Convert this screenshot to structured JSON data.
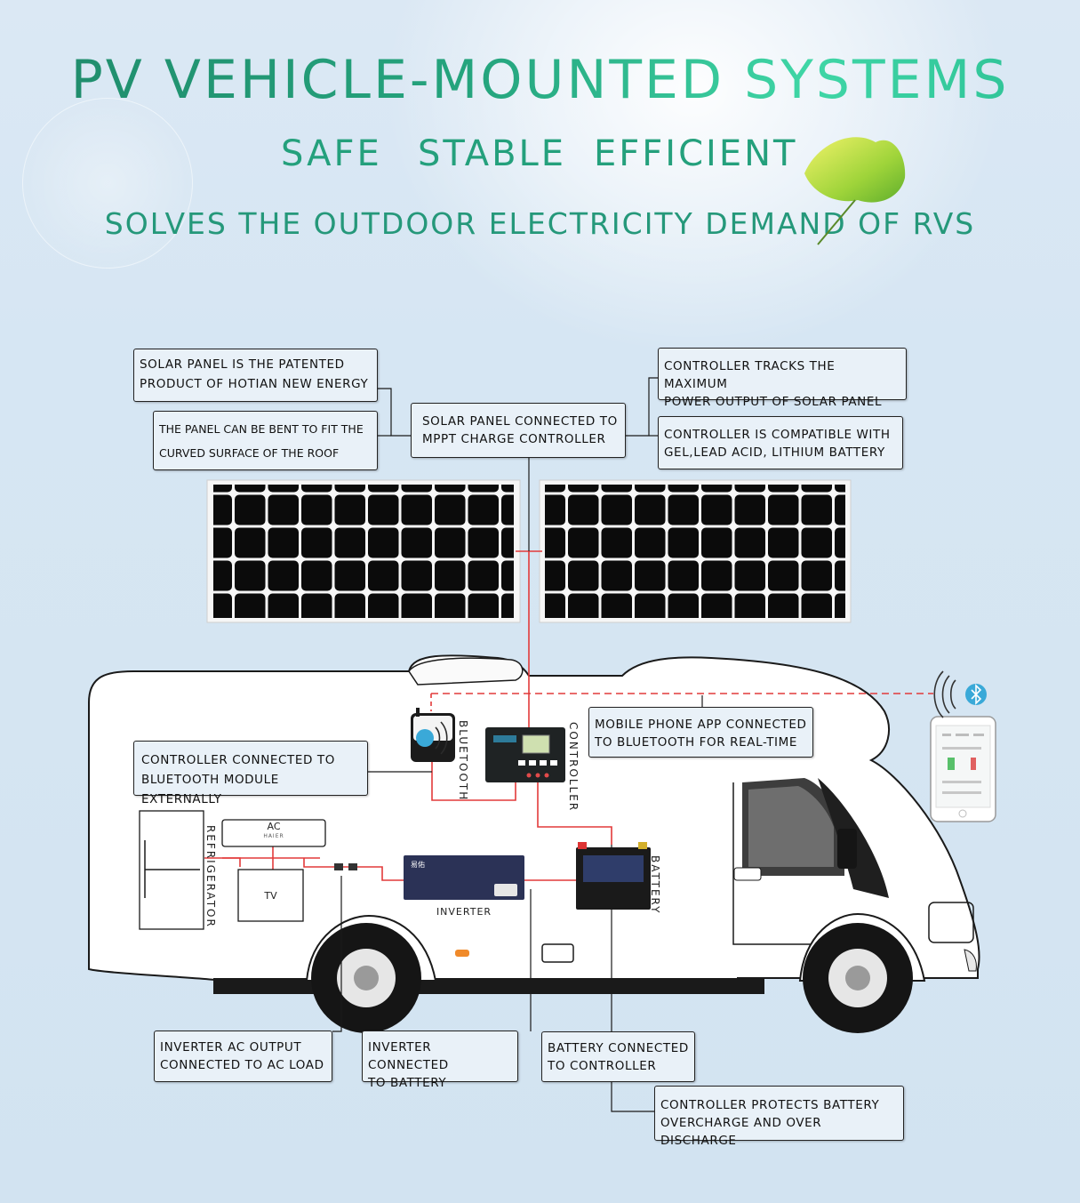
{
  "header": {
    "title": "PV VEHICLE-MOUNTED SYSTEMS",
    "tags": [
      "SAFE",
      "STABLE",
      "EFFICIENT"
    ],
    "subtitle": "SOLVES THE OUTDOOR ELECTRICITY DEMAND OF RVS"
  },
  "callouts": {
    "patented_line1": "SOLAR PANEL IS THE PATENTED",
    "patented_line2": "PRODUCT OF HOTIAN NEW ENERGY",
    "bent_line1": "THE PANEL CAN BE BENT TO FIT THE",
    "bent_line2": "CURVED SURFACE OF THE ROOF",
    "mppt_line1": "SOLAR PANEL CONNECTED TO",
    "mppt_line2": "MPPT CHARGE CONTROLLER",
    "tracks_line1": "CONTROLLER TRACKS THE MAXIMUM",
    "tracks_line2": "POWER OUTPUT OF SOLAR PANEL",
    "compat_line1": "CONTROLLER IS COMPATIBLE WITH",
    "compat_line2": "GEL,LEAD ACID, LITHIUM BATTERY",
    "bt_line1": "CONTROLLER CONNECTED TO",
    "bt_line2": "BLUETOOTH MODULE EXTERNALLY",
    "app_line1": "MOBILE PHONE APP CONNECTED",
    "app_line2": "TO BLUETOOTH FOR REAL-TIME",
    "acout_line1": "INVERTER AC OUTPUT",
    "acout_line2": "CONNECTED TO AC LOAD",
    "invbat_line1": "INVERTER CONNECTED",
    "invbat_line2": "TO BATTERY",
    "batctl_line1": "BATTERY CONNECTED",
    "batctl_line2": "TO CONTROLLER",
    "protect_line1": "CONTROLLER PROTECTS BATTERY",
    "protect_line2": "OVERCHARGE AND OVER DISCHARGE"
  },
  "components": {
    "bluetooth": "BLUETOOTH",
    "controller": "CONTROLLER",
    "refrigerator": "REFRIGERATOR",
    "ac": "AC",
    "ac_brand": "HAIER",
    "tv": "TV",
    "inverter": "INVERTER",
    "battery": "BATTERY"
  },
  "colors": {
    "wire": "#e23a3a",
    "title_start": "#1f8a6a",
    "title_end": "#3fd6a6"
  }
}
